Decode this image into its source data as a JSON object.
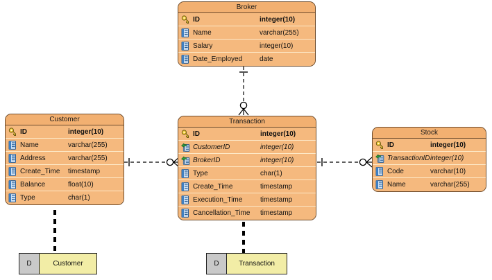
{
  "diagram": {
    "type": "entity-relationship-diagram",
    "background": "#ffffff",
    "entity_header_color": "#f2b071",
    "entity_body_color": "#f5b97e",
    "entity_border_color": "#6b4a2b",
    "row_divider_color": "#fde9c8",
    "datastore_label_color": "#f2eda6",
    "datastore_letter_color": "#c9c9c9",
    "connector_color": "#000000"
  },
  "entities": [
    {
      "id": "broker",
      "name": "Broker",
      "columns": [
        {
          "icon": "primary-key-icon",
          "name": "ID",
          "type": "integer(10)",
          "key": "pk"
        },
        {
          "icon": "column-icon",
          "name": "Name",
          "type": "varchar(255)",
          "key": "none"
        },
        {
          "icon": "column-icon",
          "name": "Salary",
          "type": "integer(10)",
          "key": "none"
        },
        {
          "icon": "column-icon",
          "name": "Date_Employed",
          "type": "date",
          "key": "none"
        }
      ]
    },
    {
      "id": "customer",
      "name": "Customer",
      "columns": [
        {
          "icon": "primary-key-icon",
          "name": "ID",
          "type": "integer(10)",
          "key": "pk"
        },
        {
          "icon": "column-icon",
          "name": "Name",
          "type": "varchar(255)",
          "key": "none"
        },
        {
          "icon": "column-icon",
          "name": "Address",
          "type": "varchar(255)",
          "key": "none"
        },
        {
          "icon": "column-icon",
          "name": "Create_Time",
          "type": "timestamp",
          "key": "none"
        },
        {
          "icon": "column-icon",
          "name": "Balance",
          "type": "float(10)",
          "key": "none"
        },
        {
          "icon": "column-icon",
          "name": "Type",
          "type": "char(1)",
          "key": "none"
        }
      ]
    },
    {
      "id": "transaction",
      "name": "Transaction",
      "columns": [
        {
          "icon": "primary-key-icon",
          "name": "ID",
          "type": "integer(10)",
          "key": "pk"
        },
        {
          "icon": "foreign-key-icon",
          "name": "CustomerID",
          "type": "integer(10)",
          "key": "fk"
        },
        {
          "icon": "foreign-key-icon",
          "name": "BrokerID",
          "type": "integer(10)",
          "key": "fk"
        },
        {
          "icon": "column-icon",
          "name": "Type",
          "type": "char(1)",
          "key": "none"
        },
        {
          "icon": "column-icon",
          "name": "Create_Time",
          "type": "timestamp",
          "key": "none"
        },
        {
          "icon": "column-icon",
          "name": "Execution_Time",
          "type": "timestamp",
          "key": "none"
        },
        {
          "icon": "column-icon",
          "name": "Cancellation_Time",
          "type": "timestamp",
          "key": "none"
        }
      ]
    },
    {
      "id": "stock",
      "name": "Stock",
      "columns": [
        {
          "icon": "primary-key-icon",
          "name": "ID",
          "type": "integer(10)",
          "key": "pk"
        },
        {
          "icon": "foreign-key-icon",
          "name": "TransactionID",
          "type": "integer(10)",
          "key": "fk"
        },
        {
          "icon": "column-icon",
          "name": "Code",
          "type": "varchar(10)",
          "key": "none"
        },
        {
          "icon": "column-icon",
          "name": "Name",
          "type": "varchar(255)",
          "key": "none"
        }
      ]
    }
  ],
  "datastores": [
    {
      "id": "ds-customer",
      "letter": "D",
      "label": "Customer"
    },
    {
      "id": "ds-transaction",
      "letter": "D",
      "label": "Transaction"
    }
  ],
  "relationships": [
    {
      "id": "broker-transaction",
      "from": "Broker",
      "to": "Transaction",
      "style": "dashed",
      "from_cardinality": "one",
      "to_cardinality": "zero-or-many"
    },
    {
      "id": "customer-transaction",
      "from": "Customer",
      "to": "Transaction",
      "style": "dashed",
      "from_cardinality": "one",
      "to_cardinality": "zero-or-many"
    },
    {
      "id": "transaction-stock",
      "from": "Transaction",
      "to": "Stock",
      "style": "dashed",
      "from_cardinality": "one",
      "to_cardinality": "zero-or-many"
    },
    {
      "id": "customer-datastore",
      "from": "Customer",
      "to": "Customer",
      "style": "thick-dashed",
      "from_cardinality": "none",
      "to_cardinality": "none"
    },
    {
      "id": "transaction-datastore",
      "from": "Transaction",
      "to": "Transaction",
      "style": "thick-dashed",
      "from_cardinality": "none",
      "to_cardinality": "none"
    }
  ]
}
